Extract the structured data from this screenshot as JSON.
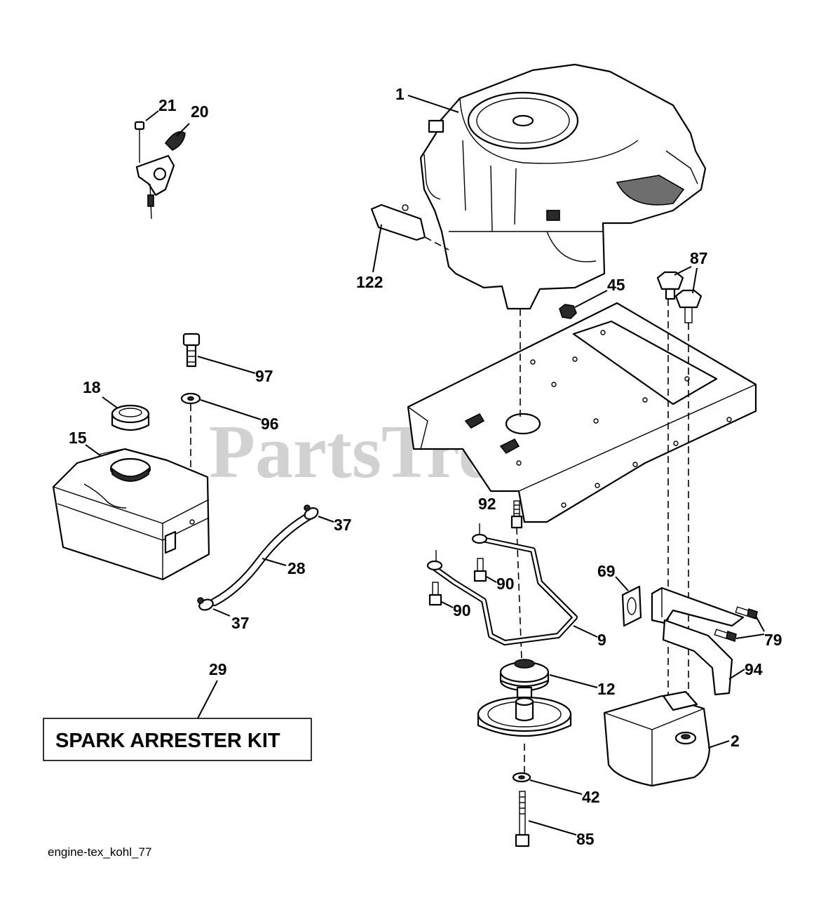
{
  "watermark": {
    "text": "PartsTree",
    "mark": "™"
  },
  "figure_code": "engine-tex_kohl_77",
  "kit_label": "SPARK ARRESTER KIT",
  "callouts": {
    "c1": "1",
    "c2": "2",
    "c9": "9",
    "c12": "12",
    "c15": "15",
    "c18": "18",
    "c20": "20",
    "c21": "21",
    "c28": "28",
    "c29": "29",
    "c37a": "37",
    "c37b": "37",
    "c42": "42",
    "c45": "45",
    "c69": "69",
    "c79": "79",
    "c85": "85",
    "c87": "87",
    "c90a": "90",
    "c90b": "90",
    "c92": "92",
    "c94": "94",
    "c96": "96",
    "c97": "97",
    "c122": "122"
  }
}
